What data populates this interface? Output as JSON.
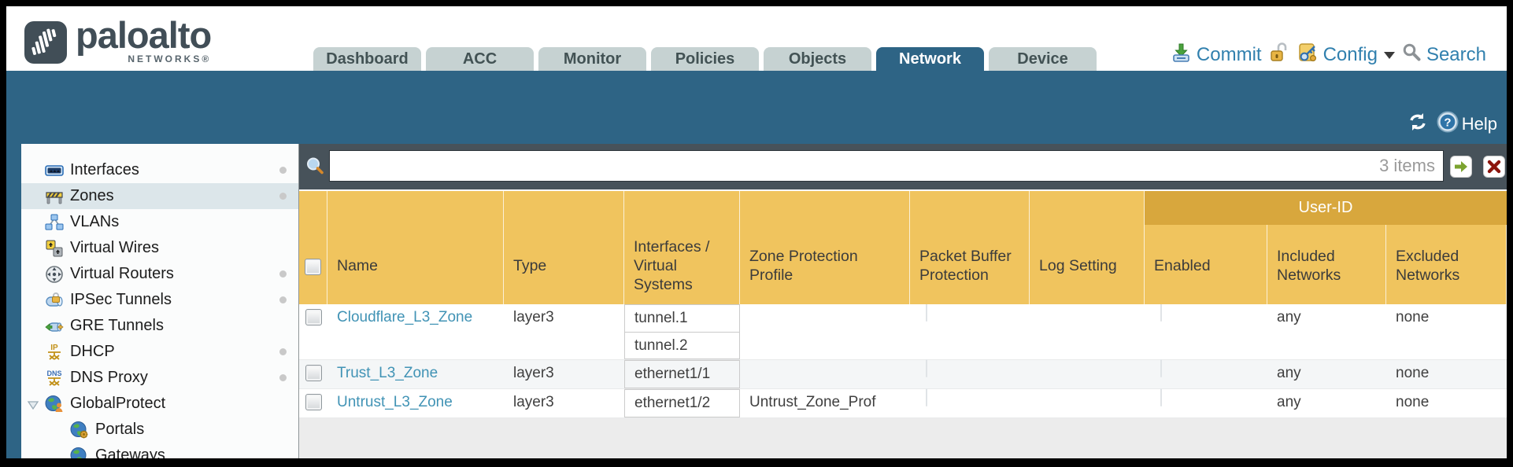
{
  "header": {
    "logo": {
      "brand": "paloalto",
      "sub": "NETWORKS®"
    },
    "tabs": [
      {
        "label": "Dashboard",
        "active": false
      },
      {
        "label": "ACC",
        "active": false
      },
      {
        "label": "Monitor",
        "active": false
      },
      {
        "label": "Policies",
        "active": false
      },
      {
        "label": "Objects",
        "active": false
      },
      {
        "label": "Network",
        "active": true
      },
      {
        "label": "Device",
        "active": false
      }
    ],
    "actions": {
      "commit_label": "Commit",
      "config_label": "Config",
      "search_label": "Search"
    }
  },
  "band": {
    "help_label": "Help"
  },
  "sidebar": {
    "items": [
      {
        "label": "Interfaces",
        "icon": "interfaces-icon",
        "selected": false,
        "dot": true,
        "level": 0
      },
      {
        "label": "Zones",
        "icon": "zones-icon",
        "selected": true,
        "dot": true,
        "level": 0
      },
      {
        "label": "VLANs",
        "icon": "vlans-icon",
        "selected": false,
        "dot": false,
        "level": 0
      },
      {
        "label": "Virtual Wires",
        "icon": "virtual-wires-icon",
        "selected": false,
        "dot": false,
        "level": 0
      },
      {
        "label": "Virtual Routers",
        "icon": "virtual-routers-icon",
        "selected": false,
        "dot": true,
        "level": 0
      },
      {
        "label": "IPSec Tunnels",
        "icon": "ipsec-tunnels-icon",
        "selected": false,
        "dot": true,
        "level": 0
      },
      {
        "label": "GRE Tunnels",
        "icon": "gre-tunnels-icon",
        "selected": false,
        "dot": false,
        "level": 0
      },
      {
        "label": "DHCP",
        "icon": "dhcp-icon",
        "selected": false,
        "dot": true,
        "level": 0
      },
      {
        "label": "DNS Proxy",
        "icon": "dns-proxy-icon",
        "selected": false,
        "dot": true,
        "level": 0
      },
      {
        "label": "GlobalProtect",
        "icon": "globalprotect-icon",
        "selected": false,
        "dot": false,
        "level": 0,
        "expanded": true
      },
      {
        "label": "Portals",
        "icon": "portals-icon",
        "selected": false,
        "dot": false,
        "level": 1
      },
      {
        "label": "Gateways",
        "icon": "gateways-icon",
        "selected": false,
        "dot": false,
        "level": 1
      }
    ]
  },
  "filterbar": {
    "value": "",
    "count_label": "3 items"
  },
  "table": {
    "group_header": "User-ID",
    "columns": [
      "",
      "Name",
      "Type",
      "Interfaces / Virtual Systems",
      "Zone Protection Profile",
      "Packet Buffer Protection",
      "Log Setting",
      "Enabled",
      "Included Networks",
      "Excluded Networks"
    ],
    "rows": [
      {
        "name": "Cloudflare_L3_Zone",
        "type": "layer3",
        "interfaces": [
          "tunnel.1",
          "tunnel.2"
        ],
        "zone_protection_profile": "",
        "packet_buffer_protection": false,
        "log_setting": "",
        "enabled": false,
        "included_networks": "any",
        "excluded_networks": "none"
      },
      {
        "name": "Trust_L3_Zone",
        "type": "layer3",
        "interfaces": [
          "ethernet1/1"
        ],
        "zone_protection_profile": "",
        "packet_buffer_protection": false,
        "log_setting": "",
        "enabled": false,
        "included_networks": "any",
        "excluded_networks": "none"
      },
      {
        "name": "Untrust_L3_Zone",
        "type": "layer3",
        "interfaces": [
          "ethernet1/2"
        ],
        "zone_protection_profile": "Untrust_Zone_Prof",
        "packet_buffer_protection": false,
        "log_setting": "",
        "enabled": false,
        "included_networks": "any",
        "excluded_networks": "none"
      }
    ]
  },
  "colors": {
    "accent_teal": "#2e6485",
    "slate": "#47525a",
    "header_gold": "#f0c45e",
    "group_gold": "#d8a73d",
    "link_blue": "#4193b5",
    "action_blue": "#3180ae",
    "tab_gray": "#c6d2d2"
  }
}
